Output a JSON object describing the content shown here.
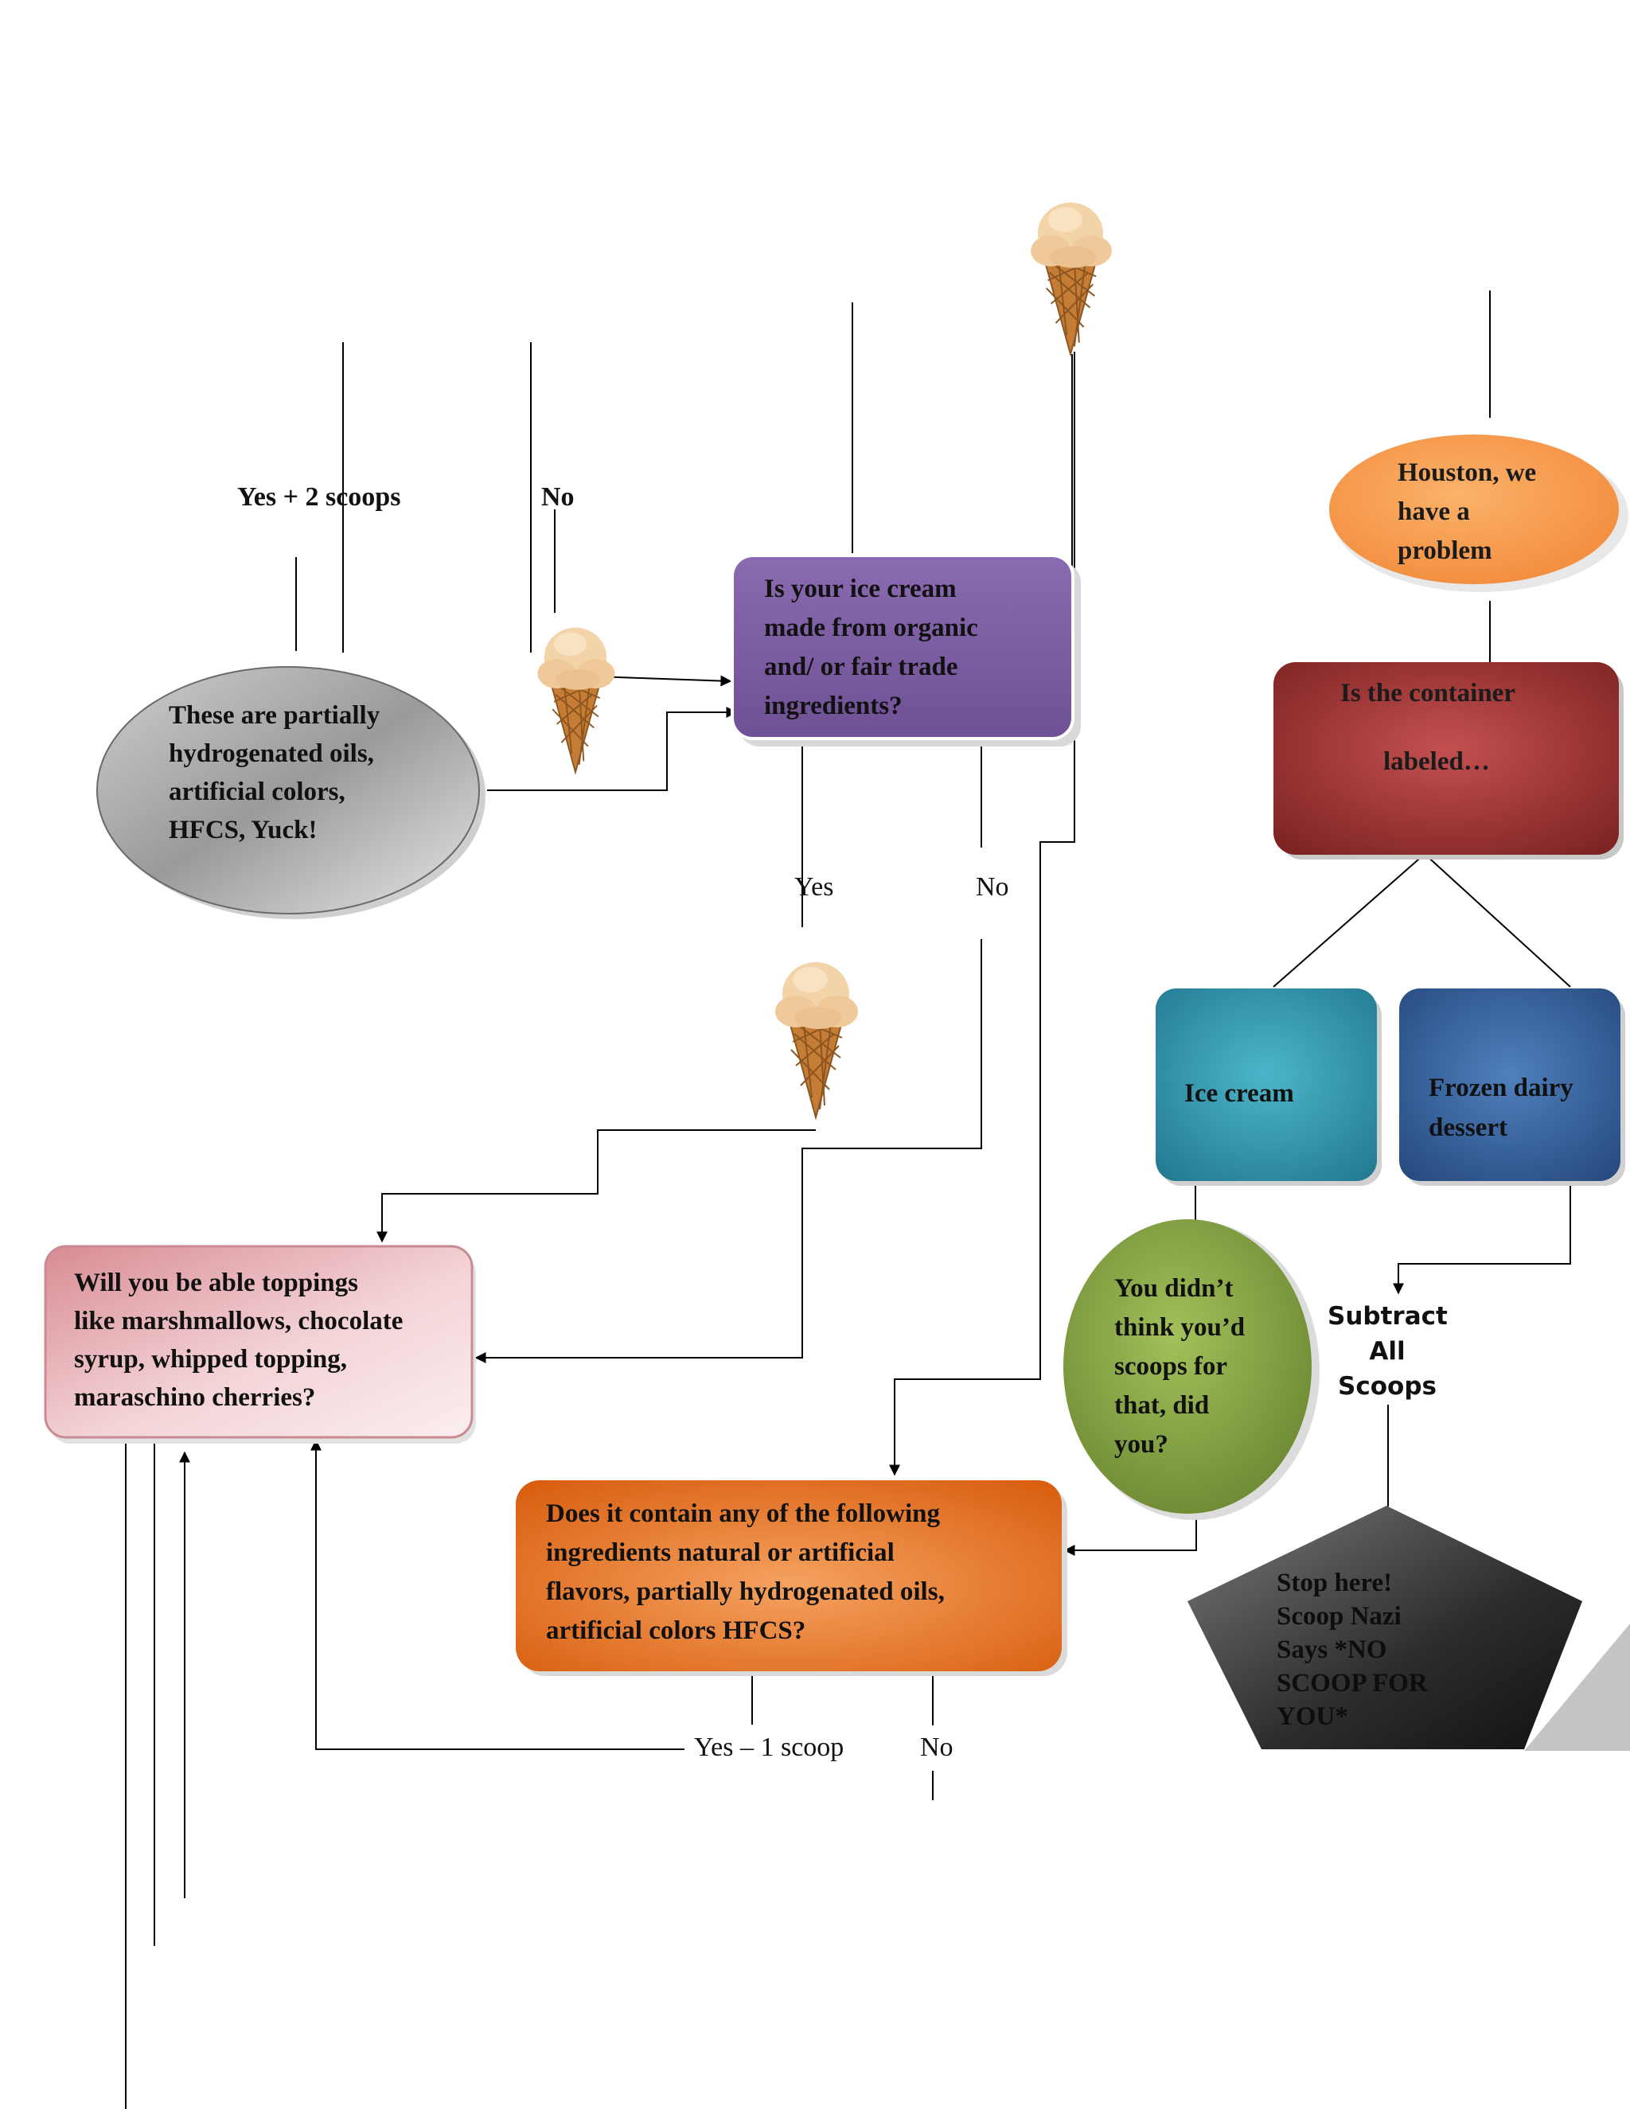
{
  "nodes": {
    "houston": {
      "lines": [
        "Houston, we",
        "have a",
        "problem"
      ]
    },
    "container": {
      "lines": [
        "Is the container",
        "",
        "labeled…"
      ]
    },
    "ice_cream": {
      "lines": [
        "Ice cream"
      ]
    },
    "frozen_dairy": {
      "lines": [
        "Frozen dairy",
        "dessert"
      ]
    },
    "didnt_think": {
      "lines": [
        "You didn’t",
        "think you’d",
        "scoops for",
        "that, did",
        "you?"
      ]
    },
    "subtract": {
      "lines": [
        "Subtract",
        "All",
        "Scoops"
      ]
    },
    "stop_here": {
      "lines": [
        "Stop here!",
        "Scoop Nazi",
        "Says *NO",
        "SCOOP FOR",
        "YOU*"
      ]
    },
    "organic": {
      "lines": [
        "Is your ice cream",
        "made from organic",
        "and/ or fair trade",
        "ingredients?"
      ]
    },
    "partially": {
      "lines": [
        "These are partially",
        "hydrogenated oils,",
        "artificial colors,",
        "HFCS, Yuck!"
      ]
    },
    "toppings": {
      "lines": [
        "Will you be able toppings",
        "like marshmallows, chocolate",
        "syrup, whipped topping,",
        "maraschino cherries?"
      ]
    },
    "contains": {
      "lines": [
        "Does it contain any of the following",
        "ingredients natural or artificial",
        "flavors, partially hydrogenated oils,",
        "artificial colors HFCS?"
      ]
    }
  },
  "labels": {
    "yes_2_scoops": "Yes + 2 scoops",
    "no_top": "No",
    "yes_organic": "Yes",
    "no_organic": "No",
    "yes_1_scoop": "Yes – 1 scoop",
    "no_bottom": "No"
  },
  "colors": {
    "houston": "#f79a45",
    "container": "#9a3232",
    "ice_cream": "#2e95ad",
    "frozen_dairy": "#33609c",
    "didnt_think": "#7f9e3c",
    "organic": "#7e5ea3",
    "toppings": "#e3a0a6",
    "contains": "#e36d1c",
    "partially": "#9a9a9a",
    "stop_here": "#444444",
    "line": "#000000"
  },
  "icons": [
    "ice-cream-cone-icon"
  ]
}
